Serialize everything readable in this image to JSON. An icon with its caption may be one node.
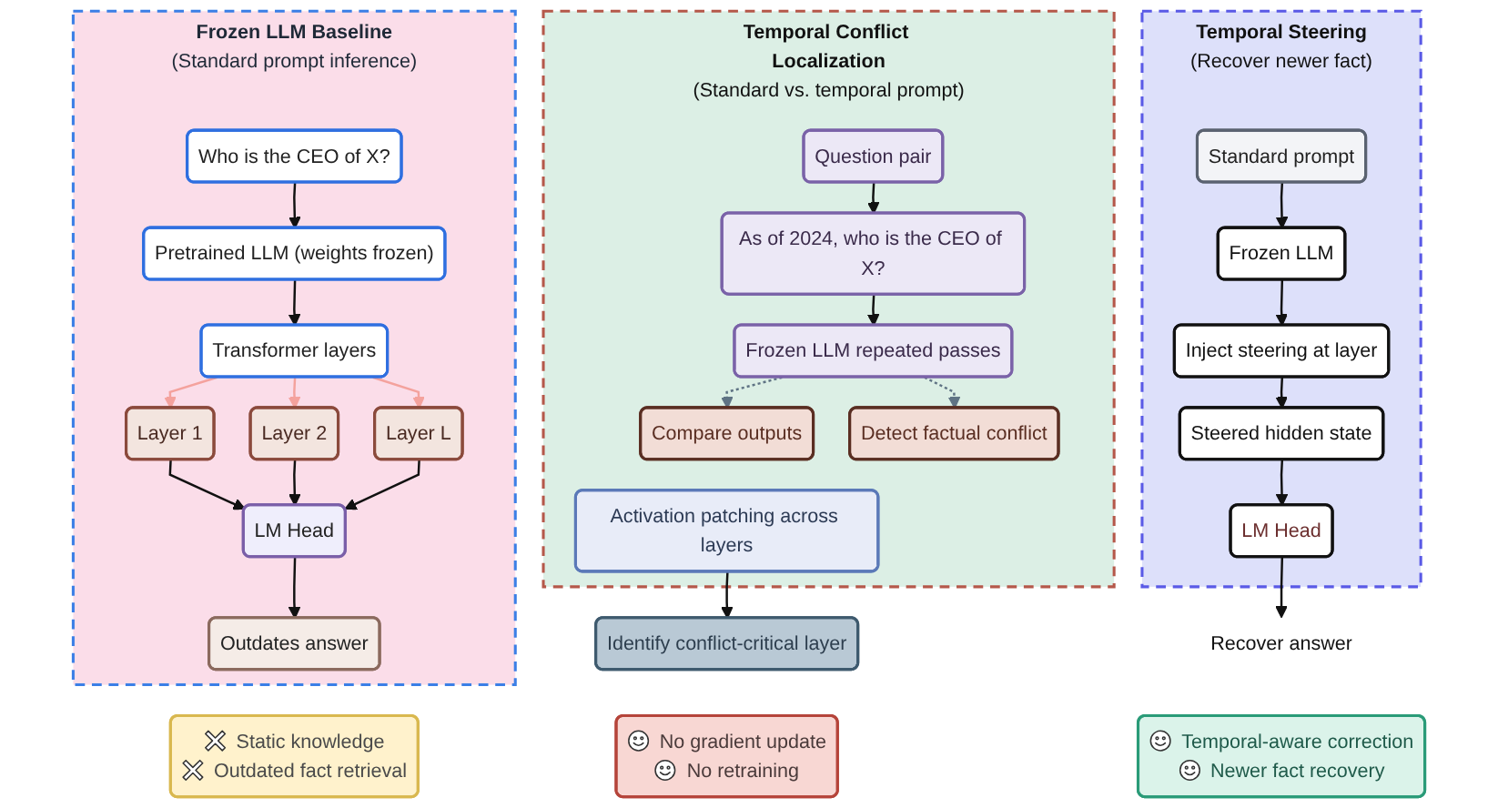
{
  "diagram": {
    "nodes": [
      {
        "text": [
          "Frozen LLM Baseline",
          "(Standard prompt inference)"
        ]
      },
      {
        "text": [
          "Who is the CEO of X?"
        ],
        "in": 0
      },
      {
        "text": [
          "Pretrained LLM (weights frozen)"
        ],
        "in": 0
      },
      {
        "text": [
          "Transformer layers"
        ],
        "in": 0
      },
      {
        "text": [
          "Layer 1"
        ],
        "in": 0
      },
      {
        "text": [
          "Layer 2"
        ],
        "in": 0
      },
      {
        "text": [
          "Layer L"
        ],
        "in": 0
      },
      {
        "text": [
          "LM Head"
        ],
        "in": 0
      },
      {
        "text": [
          "Outdates answer"
        ],
        "in": 0
      },
      {
        "text": [
          "Temporal Conflict Localization",
          "(Standard vs. temporal prompt)"
        ]
      },
      {
        "text": [
          "Question pair"
        ],
        "in": 9
      },
      {
        "text": [
          "As of 2024, who is the CEO of X?"
        ],
        "in": 9
      },
      {
        "text": [
          "Frozen LLM repeated passes"
        ],
        "in": 9
      },
      {
        "text": [
          "Compare outputs"
        ],
        "in": 9
      },
      {
        "text": [
          "Detect factual conflict"
        ],
        "in": 9
      },
      {
        "text": [
          "Activation patching across layers"
        ],
        "in": 9
      },
      {
        "text": [
          "Identify conflict-critical layer"
        ]
      },
      {
        "text": [
          "Temporal Steering",
          "(Recover newer fact)"
        ]
      },
      {
        "text": [
          "Standard prompt"
        ],
        "in": 17
      },
      {
        "text": [
          "Frozen LLM"
        ],
        "in": 17
      },
      {
        "text": [
          "Inject steering at layer"
        ],
        "in": 17
      },
      {
        "text": [
          "Steered hidden state"
        ],
        "in": 17
      },
      {
        "text": [
          "LM Head"
        ],
        "in": 17
      },
      {
        "text": [
          "Recover answer"
        ]
      },
      {
        "text": [
          "Static knowledge",
          "Outdated fact retrieval"
        ]
      },
      {
        "text": [
          "No gradient update",
          "No retraining"
        ]
      },
      {
        "text": [
          "Temporal-aware correction",
          "Newer fact recovery"
        ]
      }
    ],
    "edges": [
      {
        "from": 1,
        "to": 2,
        "arrow": "to"
      },
      {
        "from": 2,
        "to": 3,
        "arrow": "to"
      },
      {
        "from": 3,
        "to": 4,
        "arrow": "to",
        "color": "#f4a29d"
      },
      {
        "from": 3,
        "to": 5,
        "arrow": "to",
        "color": "#f4a29d"
      },
      {
        "from": 3,
        "to": 6,
        "arrow": "to",
        "color": "#f4a29d"
      },
      {
        "from": 4,
        "to": 7,
        "arrow": "to"
      },
      {
        "from": 5,
        "to": 7,
        "arrow": "to"
      },
      {
        "from": 6,
        "to": 7,
        "arrow": "to"
      },
      {
        "from": 7,
        "to": 8,
        "arrow": "to"
      },
      {
        "from": 10,
        "to": 11,
        "arrow": "to"
      },
      {
        "from": 11,
        "to": 12,
        "arrow": "to"
      },
      {
        "from": 12,
        "to": 13,
        "arrow": "to",
        "style": "dashed",
        "color": "#5f7384"
      },
      {
        "from": 12,
        "to": 14,
        "arrow": "to",
        "style": "dashed",
        "color": "#5f7384"
      },
      {
        "from": 15,
        "to": 16,
        "arrow": "to"
      },
      {
        "from": 18,
        "to": 19,
        "arrow": "to"
      },
      {
        "from": 19,
        "to": 20,
        "arrow": "to"
      },
      {
        "from": 20,
        "to": 21,
        "arrow": "to"
      },
      {
        "from": 21,
        "to": 22,
        "arrow": "to"
      },
      {
        "from": 22,
        "to": 23,
        "arrow": "to"
      }
    ]
  }
}
